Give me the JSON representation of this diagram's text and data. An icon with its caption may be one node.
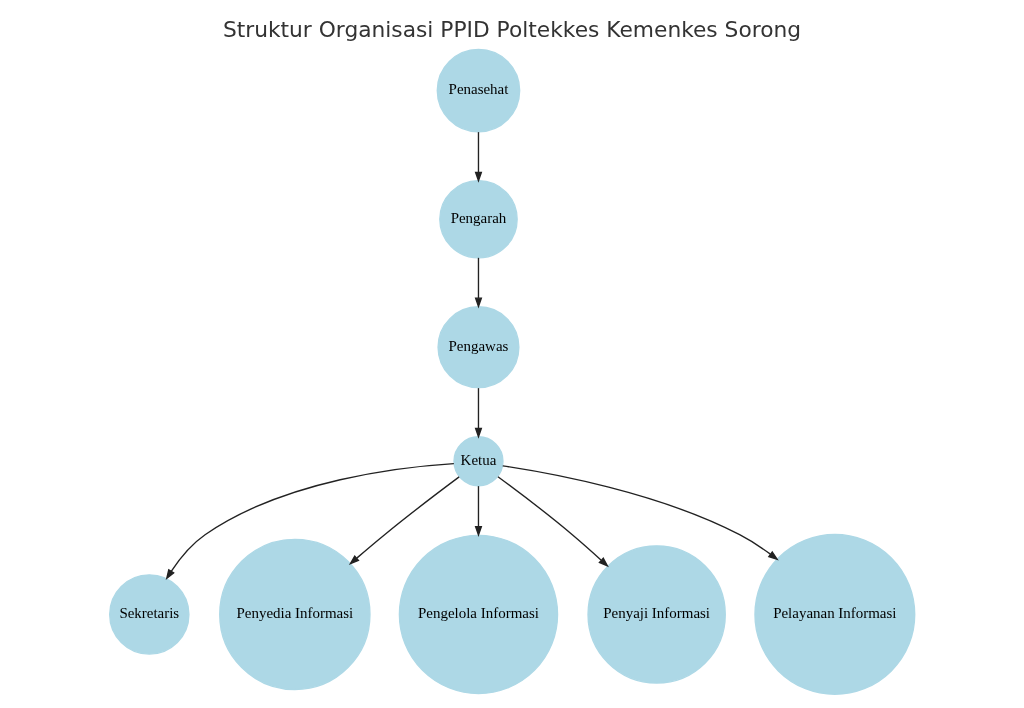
{
  "diagram": {
    "title": "Struktur Organisasi PPID Poltekkes Kemenkes Sorong",
    "nodes": [
      {
        "text": [
          "Penasehat"
        ]
      },
      {
        "text": [
          "Pengarah"
        ]
      },
      {
        "text": [
          "Pengawas"
        ]
      },
      {
        "text": [
          "Ketua"
        ]
      },
      {
        "text": [
          "Sekretaris"
        ]
      },
      {
        "text": [
          "Penyedia Informasi"
        ]
      },
      {
        "text": [
          "Pengelola Informasi"
        ]
      },
      {
        "text": [
          "Penyaji Informasi"
        ]
      },
      {
        "text": [
          "Pelayanan Informasi"
        ]
      }
    ],
    "edges": [
      {
        "from": 0,
        "to": 1,
        "arrow": "to"
      },
      {
        "from": 1,
        "to": 2,
        "arrow": "to"
      },
      {
        "from": 2,
        "to": 3,
        "arrow": "to"
      },
      {
        "from": 3,
        "to": 4,
        "arrow": "to"
      },
      {
        "from": 3,
        "to": 5,
        "arrow": "to"
      },
      {
        "from": 3,
        "to": 6,
        "arrow": "to"
      },
      {
        "from": 3,
        "to": 7,
        "arrow": "to"
      },
      {
        "from": 3,
        "to": 8,
        "arrow": "to"
      }
    ]
  }
}
